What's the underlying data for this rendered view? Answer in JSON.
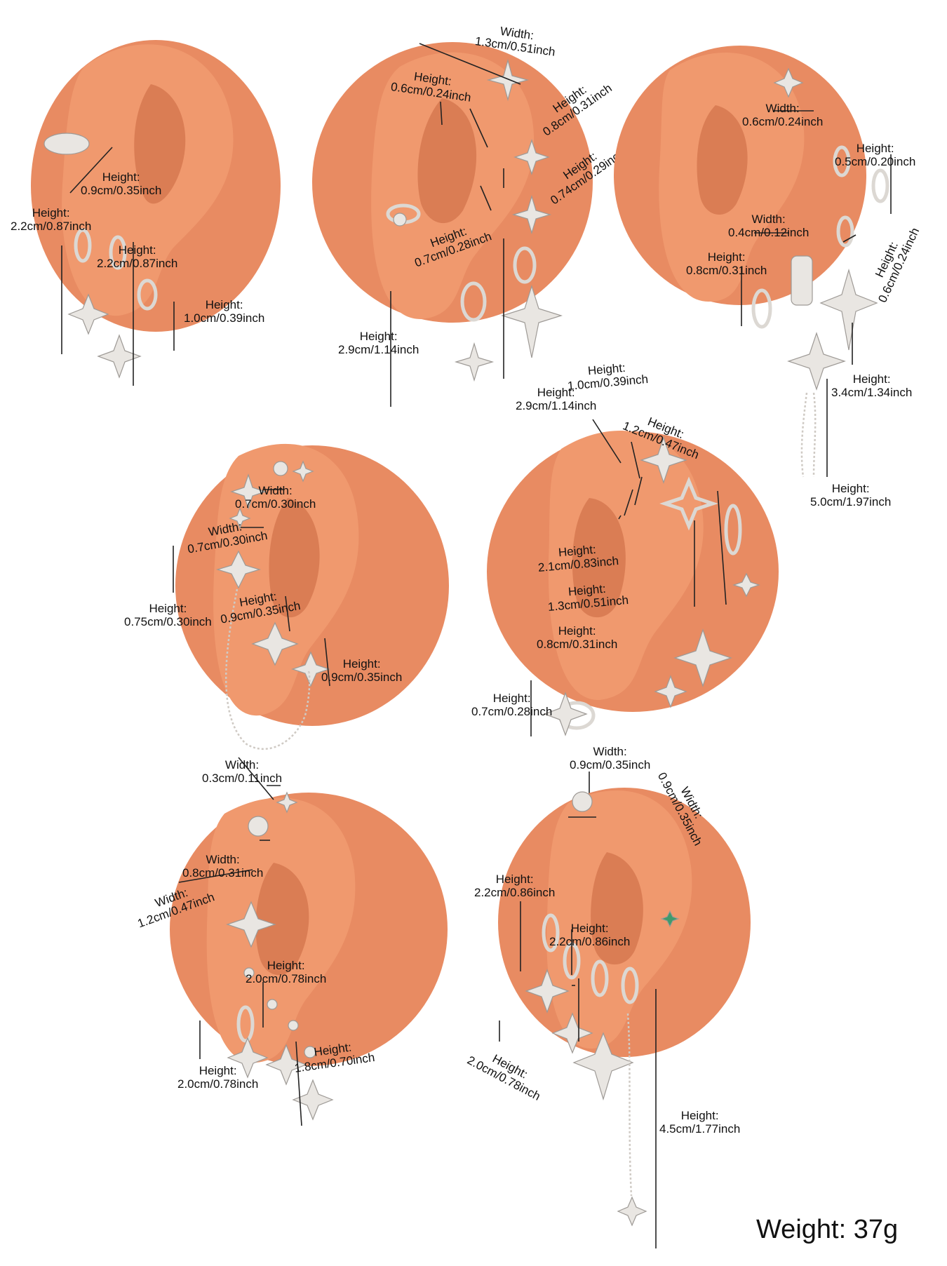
{
  "colors": {
    "background": "#ffffff",
    "ear_base": "#e88b62",
    "ear_shade": "#c9663f",
    "metal": "#e9e6e2",
    "text": "#111111"
  },
  "ears": [
    {
      "labels": [
        {
          "t": "Height:",
          "v": "0.9cm/0.35inch"
        },
        {
          "t": "Height:",
          "v": "2.2cm/0.87inch"
        },
        {
          "t": "Height:",
          "v": "2.2cm/0.87inch"
        },
        {
          "t": "Height:",
          "v": "1.0cm/0.39inch"
        }
      ]
    },
    {
      "labels": [
        {
          "t": "Width:",
          "v": "1.3cm/0.51inch"
        },
        {
          "t": "Height:",
          "v": "0.6cm/0.24inch"
        },
        {
          "t": "Height:",
          "v": "0.8cm/0.31inch"
        },
        {
          "t": "Height:",
          "v": "0.74cm/0.29inch"
        },
        {
          "t": "Height:",
          "v": "0.7cm/0.28inch"
        },
        {
          "t": "Height:",
          "v": "2.9cm/1.14inch"
        },
        {
          "t": "Height:",
          "v": "2.9cm/1.14inch"
        }
      ]
    },
    {
      "labels": [
        {
          "t": "Width:",
          "v": "0.6cm/0.24inch"
        },
        {
          "t": "Height:",
          "v": "0.5cm/0.20inch"
        },
        {
          "t": "Width:",
          "v": "0.4cm/0.12inch"
        },
        {
          "t": "Height:",
          "v": "0.8cm/0.31inch"
        },
        {
          "t": "Height:",
          "v": "0.6cm/0.24inch"
        },
        {
          "t": "Height:",
          "v": "3.4cm/1.34inch"
        },
        {
          "t": "Height:",
          "v": "5.0cm/1.97inch"
        }
      ]
    },
    {
      "labels": [
        {
          "t": "Width:",
          "v": "0.7cm/0.30inch"
        },
        {
          "t": "Width:",
          "v": "0.7cm/0.30inch"
        },
        {
          "t": "Height:",
          "v": "0.75cm/0.30inch"
        },
        {
          "t": "Height:",
          "v": "0.9cm/0.35inch"
        },
        {
          "t": "Height:",
          "v": "0.9cm/0.35inch"
        }
      ]
    },
    {
      "labels": [
        {
          "t": "Height:",
          "v": "1.0cm/0.39inch"
        },
        {
          "t": "Height:",
          "v": "1.2cm/0.47inch"
        },
        {
          "t": "Height:",
          "v": "2.1cm/0.83inch"
        },
        {
          "t": "Height:",
          "v": "1.3cm/0.51inch"
        },
        {
          "t": "Height:",
          "v": "0.8cm/0.31inch"
        },
        {
          "t": "Height:",
          "v": "0.7cm/0.28inch"
        }
      ]
    },
    {
      "labels": [
        {
          "t": "Width:",
          "v": "0.3cm/0.11inch"
        },
        {
          "t": "Width:",
          "v": "0.8cm/0.31inch"
        },
        {
          "t": "Width:",
          "v": "1.2cm/0.47inch"
        },
        {
          "t": "Height:",
          "v": "2.0cm/0.78inch"
        },
        {
          "t": "Height:",
          "v": "1.8cm/0.70inch"
        },
        {
          "t": "Height:",
          "v": "2.0cm/0.78inch"
        }
      ]
    },
    {
      "labels": [
        {
          "t": "Width:",
          "v": "0.9cm/0.35inch"
        },
        {
          "t": "Width:",
          "v": "0.9cm/0.35inch"
        },
        {
          "t": "Height:",
          "v": "2.2cm/0.86inch"
        },
        {
          "t": "Height:",
          "v": "2.2cm/0.86inch"
        },
        {
          "t": "Height:",
          "v": "2.0cm/0.78inch"
        },
        {
          "t": "Height:",
          "v": "4.5cm/1.77inch"
        }
      ]
    }
  ],
  "weight": "Weight:  37g"
}
